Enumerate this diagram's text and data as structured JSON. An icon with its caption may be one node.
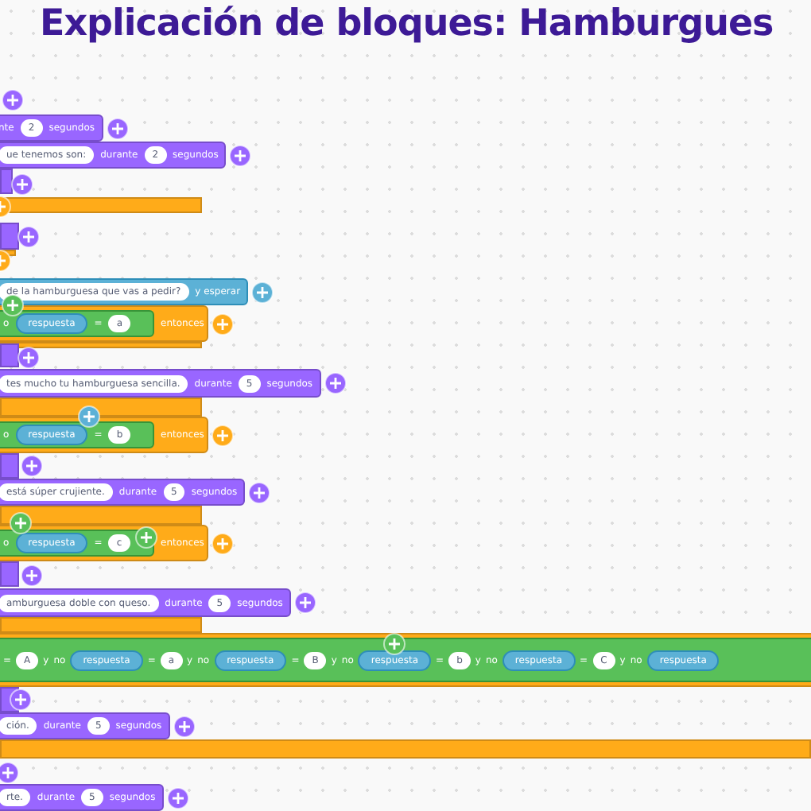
{
  "diagram": {
    "title": "Explicación de bloques: Hamburgues",
    "labels": [
      "nte",
      "2",
      "segundos",
      "ue tenemos son:",
      "durante",
      "2",
      "segundos",
      "de la hamburguesa que vas a pedir?",
      "y esperar",
      "o",
      "respuesta",
      "=",
      "a",
      "entonces",
      "tes mucho tu hamburguesa sencilla.",
      "durante",
      "5",
      "segundos",
      "o",
      "respuesta",
      "=",
      "b",
      "entonces",
      "está súper crujiente.",
      "durante",
      "5",
      "segundos",
      "o",
      "respuesta",
      "=",
      "c",
      "entonces",
      "amburguesa doble con queso.",
      "durante",
      "5",
      "segundos",
      "=",
      "A",
      "y",
      "no",
      "respuesta",
      "=",
      "a",
      "y",
      "no",
      "respuesta",
      "=",
      "B",
      "y",
      "no",
      "respuesta",
      "=",
      "b",
      "y",
      "no",
      "respuesta",
      "=",
      "C",
      "y",
      "no",
      "respuesta",
      "ción.",
      "durante",
      "5",
      "segundos",
      "rte.",
      "durante",
      "5",
      "segundos"
    ]
  }
}
